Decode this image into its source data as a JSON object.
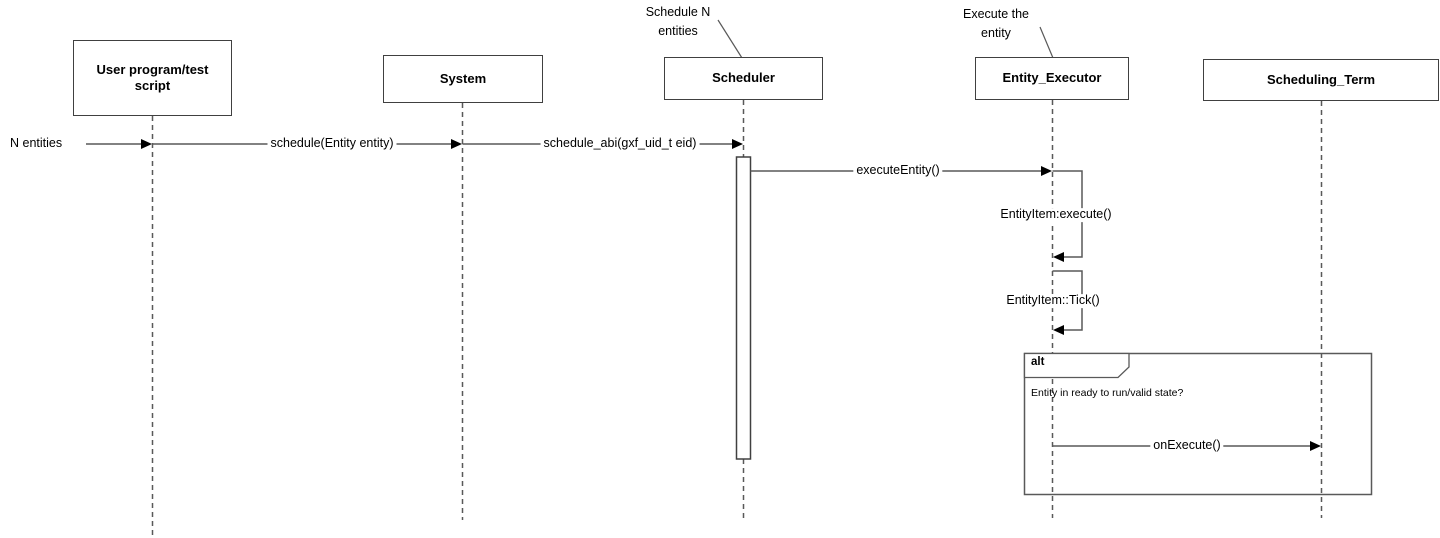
{
  "diagram_type": "uml-sequence-diagram",
  "colors": {
    "background": "#ffffff",
    "line": "#595959",
    "box_border": "#404040",
    "arrowhead": "#000000",
    "text": "#000000"
  },
  "participants": [
    {
      "id": "user-program",
      "label": "User program/test script"
    },
    {
      "id": "system",
      "label": "System"
    },
    {
      "id": "scheduler",
      "label": "Scheduler"
    },
    {
      "id": "entity-executor",
      "label": "Entity_Executor"
    },
    {
      "id": "scheduling-term",
      "label": "Scheduling_Term"
    }
  ],
  "annotations": [
    {
      "text": "Schedule N entities",
      "target": "Scheduler"
    },
    {
      "text": "Execute the entity",
      "target": "Entity_Executor"
    }
  ],
  "messages": [
    {
      "label": "N entities",
      "from": "external",
      "to": "User program/test script"
    },
    {
      "label": "schedule(Entity entity)",
      "from": "User program/test script",
      "to": "System"
    },
    {
      "label": "schedule_abi(gxf_uid_t eid)",
      "from": "System",
      "to": "Scheduler"
    },
    {
      "label": "executeEntity()",
      "from": "Scheduler",
      "to": "Entity_Executor"
    },
    {
      "label": "EntityItem:execute()",
      "from": "Entity_Executor",
      "to": "Entity_Executor",
      "self_call": true
    },
    {
      "label": "EntityItem::Tick()",
      "from": "Entity_Executor",
      "to": "Entity_Executor",
      "self_call": true
    },
    {
      "label": "onExecute()",
      "from": "Entity_Executor",
      "to": "Scheduling_Term"
    }
  ],
  "fragment": {
    "operator": "alt",
    "guard": "Entity in ready to run/valid state?"
  }
}
